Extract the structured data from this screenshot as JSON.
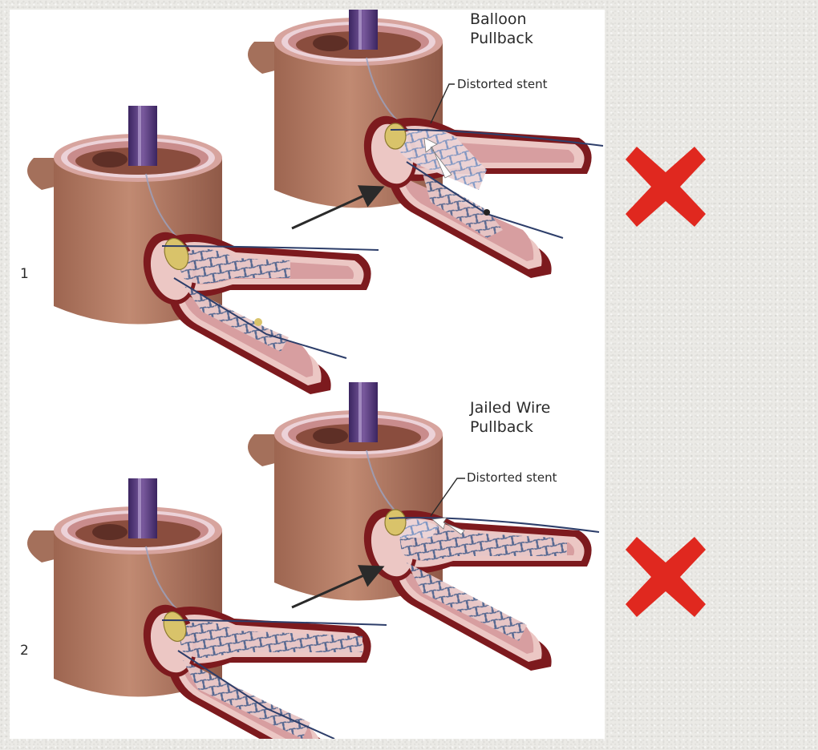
{
  "panel1": {
    "number": "1",
    "title_line1": "Balloon",
    "title_line2": "Pullback",
    "annotation": "Distorted stent",
    "outcome_icon": "red-x-mark-icon"
  },
  "panel2": {
    "number": "2",
    "title_line1": "Jailed Wire",
    "title_line2": "Pullback",
    "annotation": "Distorted stent",
    "outcome_icon": "red-x-mark-icon"
  },
  "colors": {
    "vessel": "#b07760",
    "vessel_wall": "#c88b86",
    "lumen_red": "#8e1e22",
    "stent_mesh": "#5a6f95",
    "catheter": "#5a3a78",
    "balloon": "#d9c36a",
    "x_mark": "#e0281f"
  }
}
